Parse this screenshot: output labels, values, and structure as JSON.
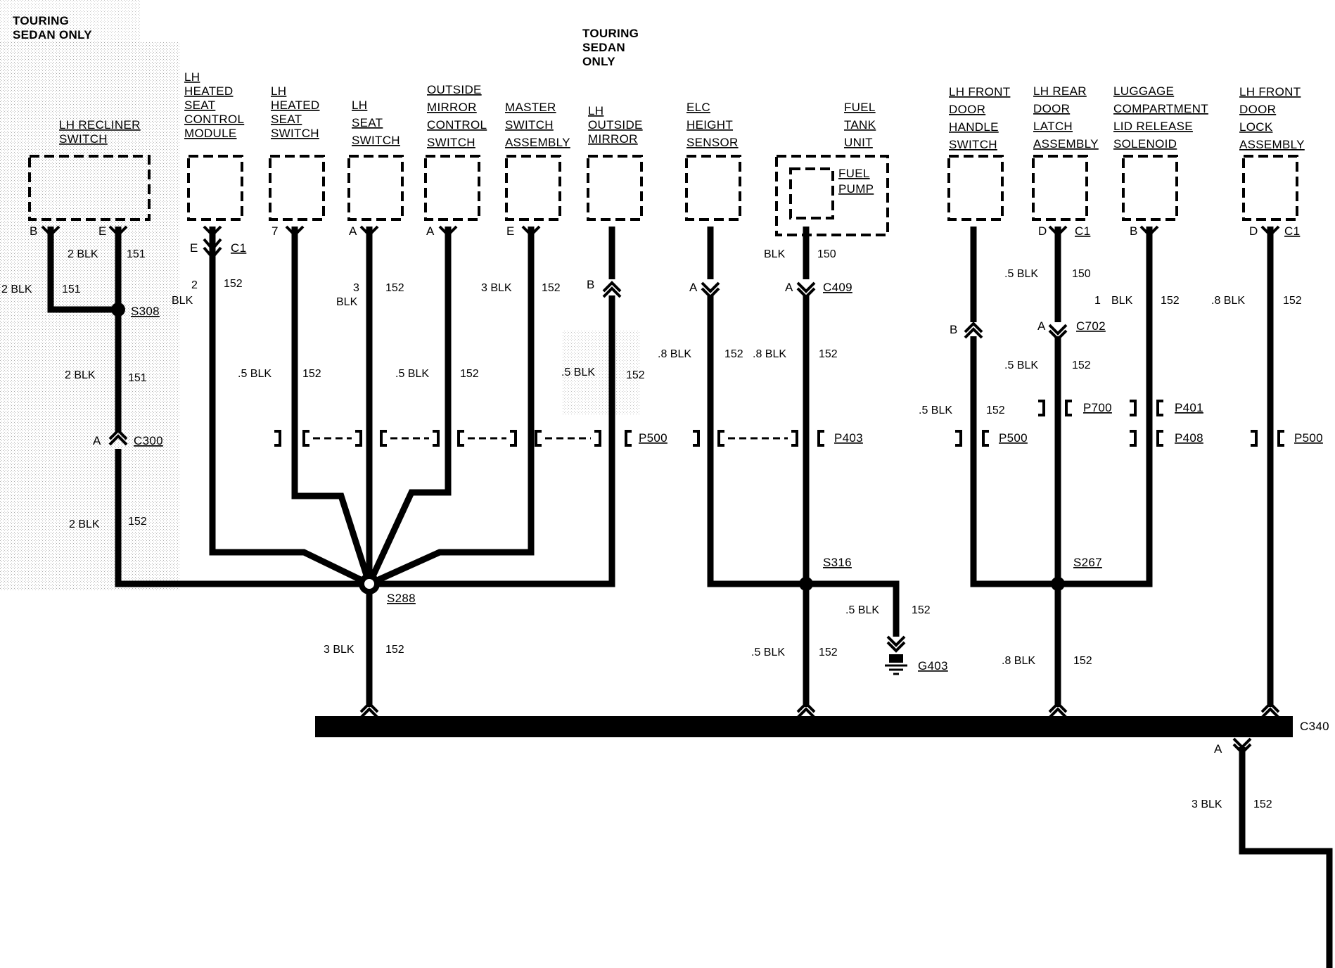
{
  "notes": {
    "touring_left_l1": "TOURING",
    "touring_left_l2": "SEDAN ONLY",
    "touring_mid_l1": "TOURING",
    "touring_mid_l2": "SEDAN",
    "touring_mid_l3": "ONLY"
  },
  "components": [
    {
      "id": "recliner",
      "lines": [
        "LH RECLINER",
        "SWITCH"
      ],
      "pins": [
        "B",
        "E"
      ],
      "connector": ""
    },
    {
      "id": "heated_seat_module",
      "lines": [
        "LH",
        "HEATED",
        "SEAT",
        "CONTROL",
        "MODULE"
      ],
      "pins": [
        "E"
      ],
      "connector": "C1"
    },
    {
      "id": "heated_seat_switch",
      "lines": [
        "LH",
        "HEATED",
        "SEAT",
        "SWITCH"
      ],
      "pins": [
        "7"
      ],
      "connector": ""
    },
    {
      "id": "seat_switch",
      "lines": [
        "LH",
        "SEAT",
        "SWITCH"
      ],
      "pins": [
        "A"
      ],
      "connector": ""
    },
    {
      "id": "outside_mirror_switch",
      "lines": [
        "OUTSIDE",
        "MIRROR",
        "CONTROL",
        "SWITCH"
      ],
      "pins": [
        "A"
      ],
      "connector": ""
    },
    {
      "id": "master_switch",
      "lines": [
        "MASTER",
        "SWITCH",
        "ASSEMBLY"
      ],
      "pins": [
        "E"
      ],
      "connector": ""
    },
    {
      "id": "lh_outside_mirror",
      "lines": [
        "LH",
        "OUTSIDE",
        "MIRROR"
      ],
      "pins": [],
      "connector": ""
    },
    {
      "id": "elc_sensor",
      "lines": [
        "ELC",
        "HEIGHT",
        "SENSOR"
      ],
      "pins": [],
      "connector": ""
    },
    {
      "id": "fuel_tank",
      "lines": [
        "FUEL",
        "TANK",
        "UNIT"
      ],
      "inner": [
        "FUEL",
        "PUMP"
      ],
      "pins": [],
      "connector": ""
    },
    {
      "id": "front_door_handle",
      "lines": [
        "LH FRONT",
        "DOOR",
        "HANDLE",
        "SWITCH"
      ],
      "pins": [],
      "connector": ""
    },
    {
      "id": "rear_door_latch",
      "lines": [
        "LH REAR",
        "DOOR",
        "LATCH",
        "ASSEMBLY"
      ],
      "pins": [
        "D"
      ],
      "connector": "C1"
    },
    {
      "id": "luggage_solenoid",
      "lines": [
        "LUGGAGE",
        "COMPARTMENT",
        "LID RELEASE",
        "SOLENOID"
      ],
      "pins": [
        "B"
      ],
      "connector": ""
    },
    {
      "id": "front_door_lock",
      "lines": [
        "LH FRONT",
        "DOOR",
        "LOCK",
        "ASSEMBLY"
      ],
      "pins": [
        "D"
      ],
      "connector": "C1"
    }
  ],
  "wire_labels": [
    {
      "id": "w1",
      "text": "2 BLK"
    },
    {
      "id": "w2",
      "text": "151"
    },
    {
      "id": "w3",
      "text": "2 BLK"
    },
    {
      "id": "w4",
      "text": "151"
    },
    {
      "id": "w5",
      "text": "2 BLK"
    },
    {
      "id": "w6",
      "text": "151"
    },
    {
      "id": "w7",
      "text": "2 BLK"
    },
    {
      "id": "w8",
      "text": "152"
    },
    {
      "id": "w9",
      "text": "2"
    },
    {
      "id": "w10",
      "text": "BLK"
    },
    {
      "id": "w11",
      "text": "152"
    },
    {
      "id": "w12",
      "text": ".5 BLK"
    },
    {
      "id": "w13",
      "text": "152"
    },
    {
      "id": "w14",
      "text": "3"
    },
    {
      "id": "w15",
      "text": "BLK"
    },
    {
      "id": "w16",
      "text": "152"
    },
    {
      "id": "w17",
      "text": ".5 BLK"
    },
    {
      "id": "w18",
      "text": "152"
    },
    {
      "id": "w19",
      "text": "3 BLK"
    },
    {
      "id": "w20",
      "text": "152"
    },
    {
      "id": "w21",
      "text": ".5 BLK"
    },
    {
      "id": "w22",
      "text": "152"
    },
    {
      "id": "w23",
      "text": "BLK"
    },
    {
      "id": "w24",
      "text": "150"
    },
    {
      "id": "w25",
      "text": ".8 BLK"
    },
    {
      "id": "w26",
      "text": "152"
    },
    {
      "id": "w27",
      "text": ".8 BLK"
    },
    {
      "id": "w28",
      "text": "152"
    },
    {
      "id": "w29",
      "text": ".5 BLK"
    },
    {
      "id": "w30",
      "text": "150"
    },
    {
      "id": "w31",
      "text": "1"
    },
    {
      "id": "w32",
      "text": "BLK"
    },
    {
      "id": "w33",
      "text": "152"
    },
    {
      "id": "w34",
      "text": ".8 BLK"
    },
    {
      "id": "w35",
      "text": "152"
    },
    {
      "id": "w36",
      "text": ".5 BLK"
    },
    {
      "id": "w37",
      "text": "152"
    },
    {
      "id": "w38",
      "text": ".5 BLK"
    },
    {
      "id": "w39",
      "text": "152"
    },
    {
      "id": "w40",
      "text": "3 BLK"
    },
    {
      "id": "w41",
      "text": "152"
    },
    {
      "id": "w42",
      "text": ".5 BLK"
    },
    {
      "id": "w43",
      "text": "152"
    },
    {
      "id": "w44",
      "text": ".5 BLK"
    },
    {
      "id": "w45",
      "text": "152"
    },
    {
      "id": "w46",
      "text": ".8 BLK"
    },
    {
      "id": "w47",
      "text": "152"
    },
    {
      "id": "w48",
      "text": "3 BLK"
    },
    {
      "id": "w49",
      "text": "152"
    }
  ],
  "splices": {
    "s308": "S308",
    "s288": "S288",
    "s316": "S316",
    "s267": "S267"
  },
  "connectors": {
    "c300": "C300",
    "c300_pin": "A",
    "c409": "C409",
    "c409_pin": "A",
    "elc_pin": "A",
    "mirror_pin": "B",
    "c702": "C702",
    "c702_pin": "A",
    "handle_pin": "B",
    "c340": "C340",
    "c340_pin": "A"
  },
  "passthroughs": {
    "p500_left": "P500",
    "p403": "P403",
    "p500_mid": "P500",
    "p700": "P700",
    "p401": "P401",
    "p408": "P408",
    "p500_right": "P500"
  },
  "ground": {
    "label": "G403"
  }
}
